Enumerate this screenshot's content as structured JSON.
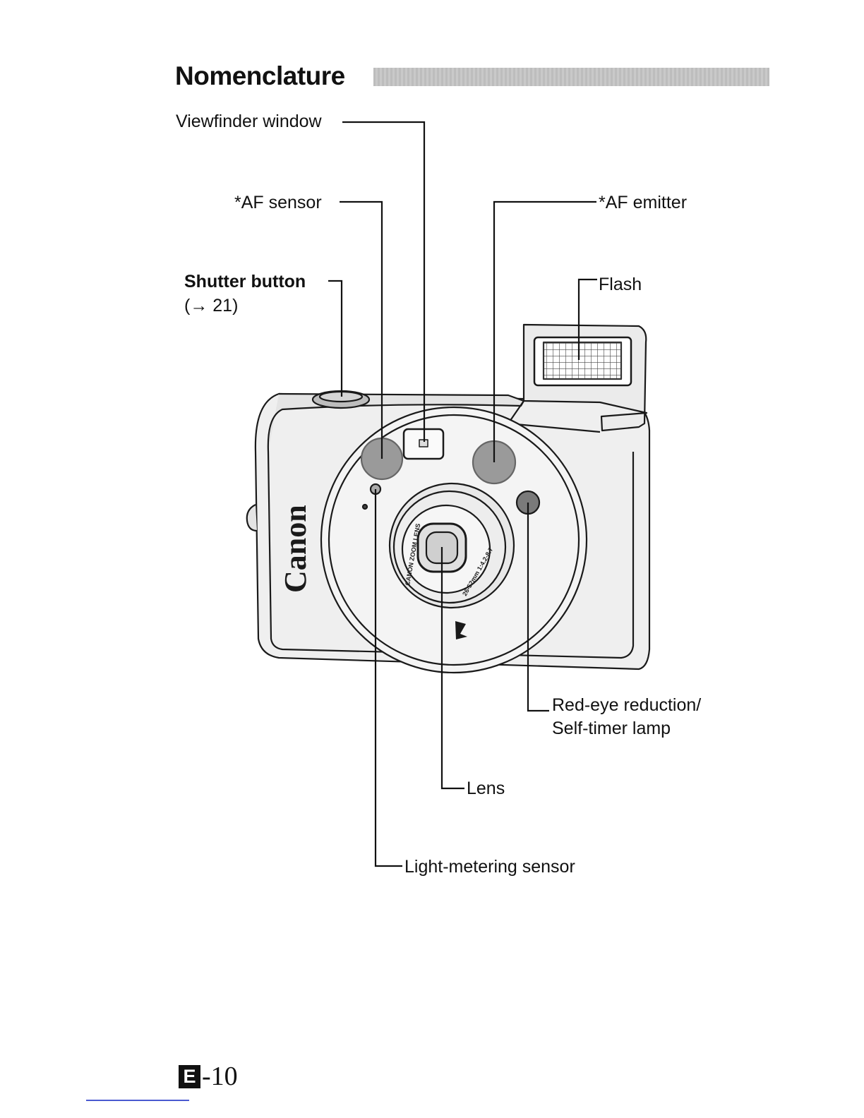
{
  "heading": "Nomenclature",
  "labels": {
    "viewfinder": "Viewfinder window",
    "af_sensor": "*AF sensor",
    "af_emitter": "*AF emitter",
    "shutter": "Shutter button",
    "shutter_ref": "(→ 21)",
    "flash": "Flash",
    "redeye_1": "Red-eye reduction/",
    "redeye_2": "Self-timer lamp",
    "lens": "Lens",
    "light_meter": "Light-metering sensor"
  },
  "camera": {
    "brand": "Canon",
    "lens_text_1": "CANON ZOOM LENS",
    "lens_text_2": "26-52mm 1:4.2-8.7"
  },
  "footer": {
    "section_letter": "E",
    "page_number": "-10"
  }
}
